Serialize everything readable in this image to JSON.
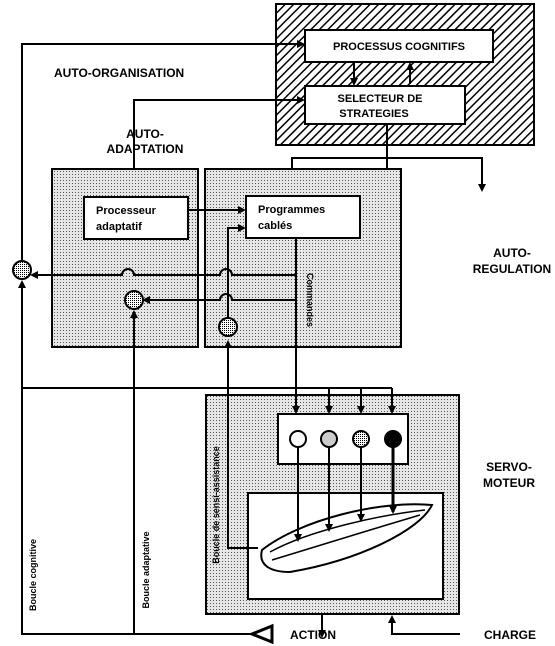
{
  "labels": {
    "processus_cognitifs": "PROCESSUS COGNITIFS",
    "selecteur_line1": "SELECTEUR DE",
    "selecteur_line2": "STRATEGIES",
    "auto_organisation": "AUTO-ORGANISATION",
    "auto_adaptation_line1": "AUTO-",
    "auto_adaptation_line2": "ADAPTATION",
    "processeur_line1": "Processeur",
    "processeur_line2": "adaptatif",
    "programmes_line1": "Programmes",
    "programmes_line2": "cablés",
    "auto_regulation_line1": "AUTO-",
    "auto_regulation_line2": "REGULATION",
    "commandes": "Commandes",
    "boucle_sensi": "Boucle de sensi-assistance",
    "servo_line1": "SERVO-",
    "servo_line2": "MOTEUR",
    "boucle_cognitive": "Boucle cognitive",
    "boucle_adaptative": "Boucle adaptative",
    "action": "ACTION",
    "charge": "CHARGE"
  }
}
